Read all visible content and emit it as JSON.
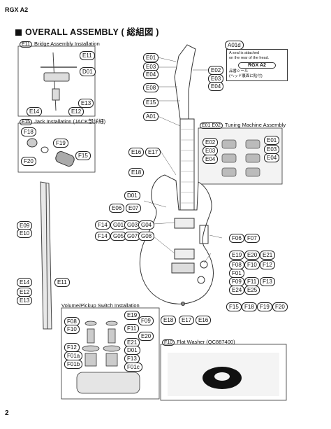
{
  "header": {
    "model": "RGX A2"
  },
  "title": "OVERALL ASSEMBLY ( 総組図 )",
  "page_number": "2",
  "sections": {
    "bridge": {
      "key": "E11",
      "label": "Bridge Assembly Installation"
    },
    "jack": {
      "key": "F15",
      "label": "Jack Installation (JACK部詳細)"
    },
    "tuning": {
      "key": "E01 E02",
      "label": "Tuning Machine Assembly"
    },
    "switch": {
      "label": "Volume/Pickup Switch Installation"
    },
    "washer": {
      "key": "F10",
      "label": "Flat Washer (QC887400)"
    }
  },
  "note": {
    "key": "A01d",
    "line1": "A seal is attached",
    "line2": "on the rear of the head.",
    "model_tag": "RGX A2",
    "jp1": "品番シール",
    "jp2": "(ヘッド裏面に貼付)"
  },
  "parts": {
    "bridge_e11": "E11",
    "bridge_d01": "D01",
    "bridge_e13": "E13",
    "bridge_e14": "E14",
    "bridge_e12": "E12",
    "jack_f18": "F18",
    "jack_f19": "F19",
    "jack_f20": "F20",
    "jack_f15": "F15",
    "head_e01": "E01",
    "head_e03a": "E03",
    "head_e04a": "E04",
    "head_e02": "E02",
    "head_e03b": "E03",
    "head_e04b": "E04",
    "e08": "E08",
    "e15": "E15",
    "a01": "A01",
    "tm_e02": "E02",
    "tm_e03a": "E03",
    "tm_e04a": "E04",
    "tm_e01": "E01",
    "tm_e03b": "E03",
    "tm_e04b": "E04",
    "e16": "E16",
    "e17": "E17",
    "e18": "E18",
    "d01": "D01",
    "e06": "E06",
    "e07": "E07",
    "f14a": "F14",
    "g01": "G01",
    "g03": "G03",
    "g04": "G04",
    "f14b": "F14",
    "g05": "G05",
    "g07": "G07",
    "g08": "G08",
    "f06": "F06",
    "f07": "F07",
    "e19": "E19",
    "e20": "E20",
    "e21": "E21",
    "f08": "F08",
    "f10": "F10",
    "f12": "F12",
    "f01": "F01",
    "f09": "F09",
    "f11": "F11",
    "f13": "F13",
    "e24": "E24",
    "e25": "E25",
    "f15b": "F15",
    "f18b": "F18",
    "f19b": "F19",
    "f20b": "F20",
    "e18b": "E18",
    "e17b": "E17",
    "e16b": "E16",
    "side_e09": "E09",
    "side_e10": "E10",
    "side_e14": "E14",
    "side_e11": "E11",
    "side_e12": "E12",
    "side_e13": "E13",
    "sw_e19": "E19",
    "sw_f09": "F09",
    "sw_f08": "F08",
    "sw_f10": "F10",
    "sw_f11": "F11",
    "sw_e20": "E20",
    "sw_f12": "F12",
    "sw_e21": "E21",
    "sw_d01": "D01",
    "sw_f01a": "F01a",
    "sw_f13": "F13",
    "sw_f01b": "F01b",
    "sw_f01c": "F01c"
  }
}
